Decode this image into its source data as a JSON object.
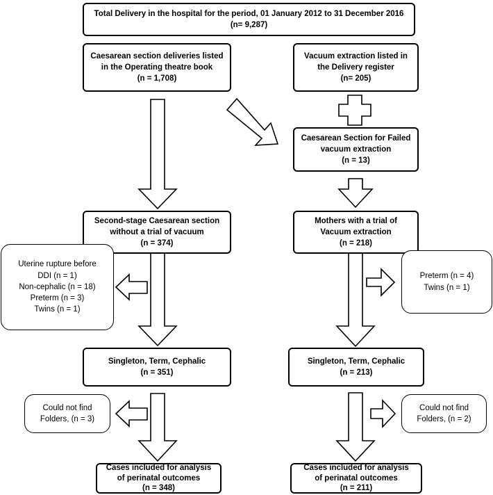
{
  "flowchart": {
    "total": {
      "line1": "Total Delivery in the hospital for the period, 01 January 2012 to 31 December 2016",
      "line2": "(n= 9,287)"
    },
    "cs_listed": {
      "line1": "Caesarean section deliveries listed",
      "line2": "in the Operating theatre book",
      "line3": "(n = 1,708)"
    },
    "ve_listed": {
      "line1": "Vacuum extraction listed in",
      "line2": "the Delivery register",
      "line3": "(n= 205)"
    },
    "cs_failed_ve": {
      "line1": "Caesarean Section for Failed",
      "line2": "vacuum extraction",
      "line3": "(n = 13)"
    },
    "second_stage_cs": {
      "line1": "Second-stage Caesarean section",
      "line2": "without a trial of vacuum",
      "line3": "(n = 374)"
    },
    "trial_ve": {
      "line1": "Mothers with a trial of",
      "line2": "Vacuum extraction",
      "line3": "(n = 218)"
    },
    "excluded_left": {
      "line1": "Uterine rupture before",
      "line2": "DDI (n = 1)",
      "line3": "Non-cephalic (n = 18)",
      "line4": "Preterm (n = 3)",
      "line5": "Twins (n = 1)"
    },
    "excluded_right": {
      "line1": "Preterm (n = 4)",
      "line2": "Twins (n = 1)"
    },
    "stc_left": {
      "line1": "Singleton, Term, Cephalic",
      "line2": "(n = 351)"
    },
    "stc_right": {
      "line1": "Singleton, Term, Cephalic",
      "line2": "(n = 213)"
    },
    "folders_left": {
      "line1": "Could not find",
      "line2": "Folders, (n = 3)"
    },
    "folders_right": {
      "line1": "Could not find",
      "line2": "Folders, (n = 2)"
    },
    "final_left": {
      "line1": "Cases included for analysis",
      "line2": "of perinatal outcomes",
      "line3": "(n = 348)"
    },
    "final_right": {
      "line1": "Cases included for analysis",
      "line2": "of perinatal outcomes",
      "line3": "(n = 211)"
    }
  }
}
